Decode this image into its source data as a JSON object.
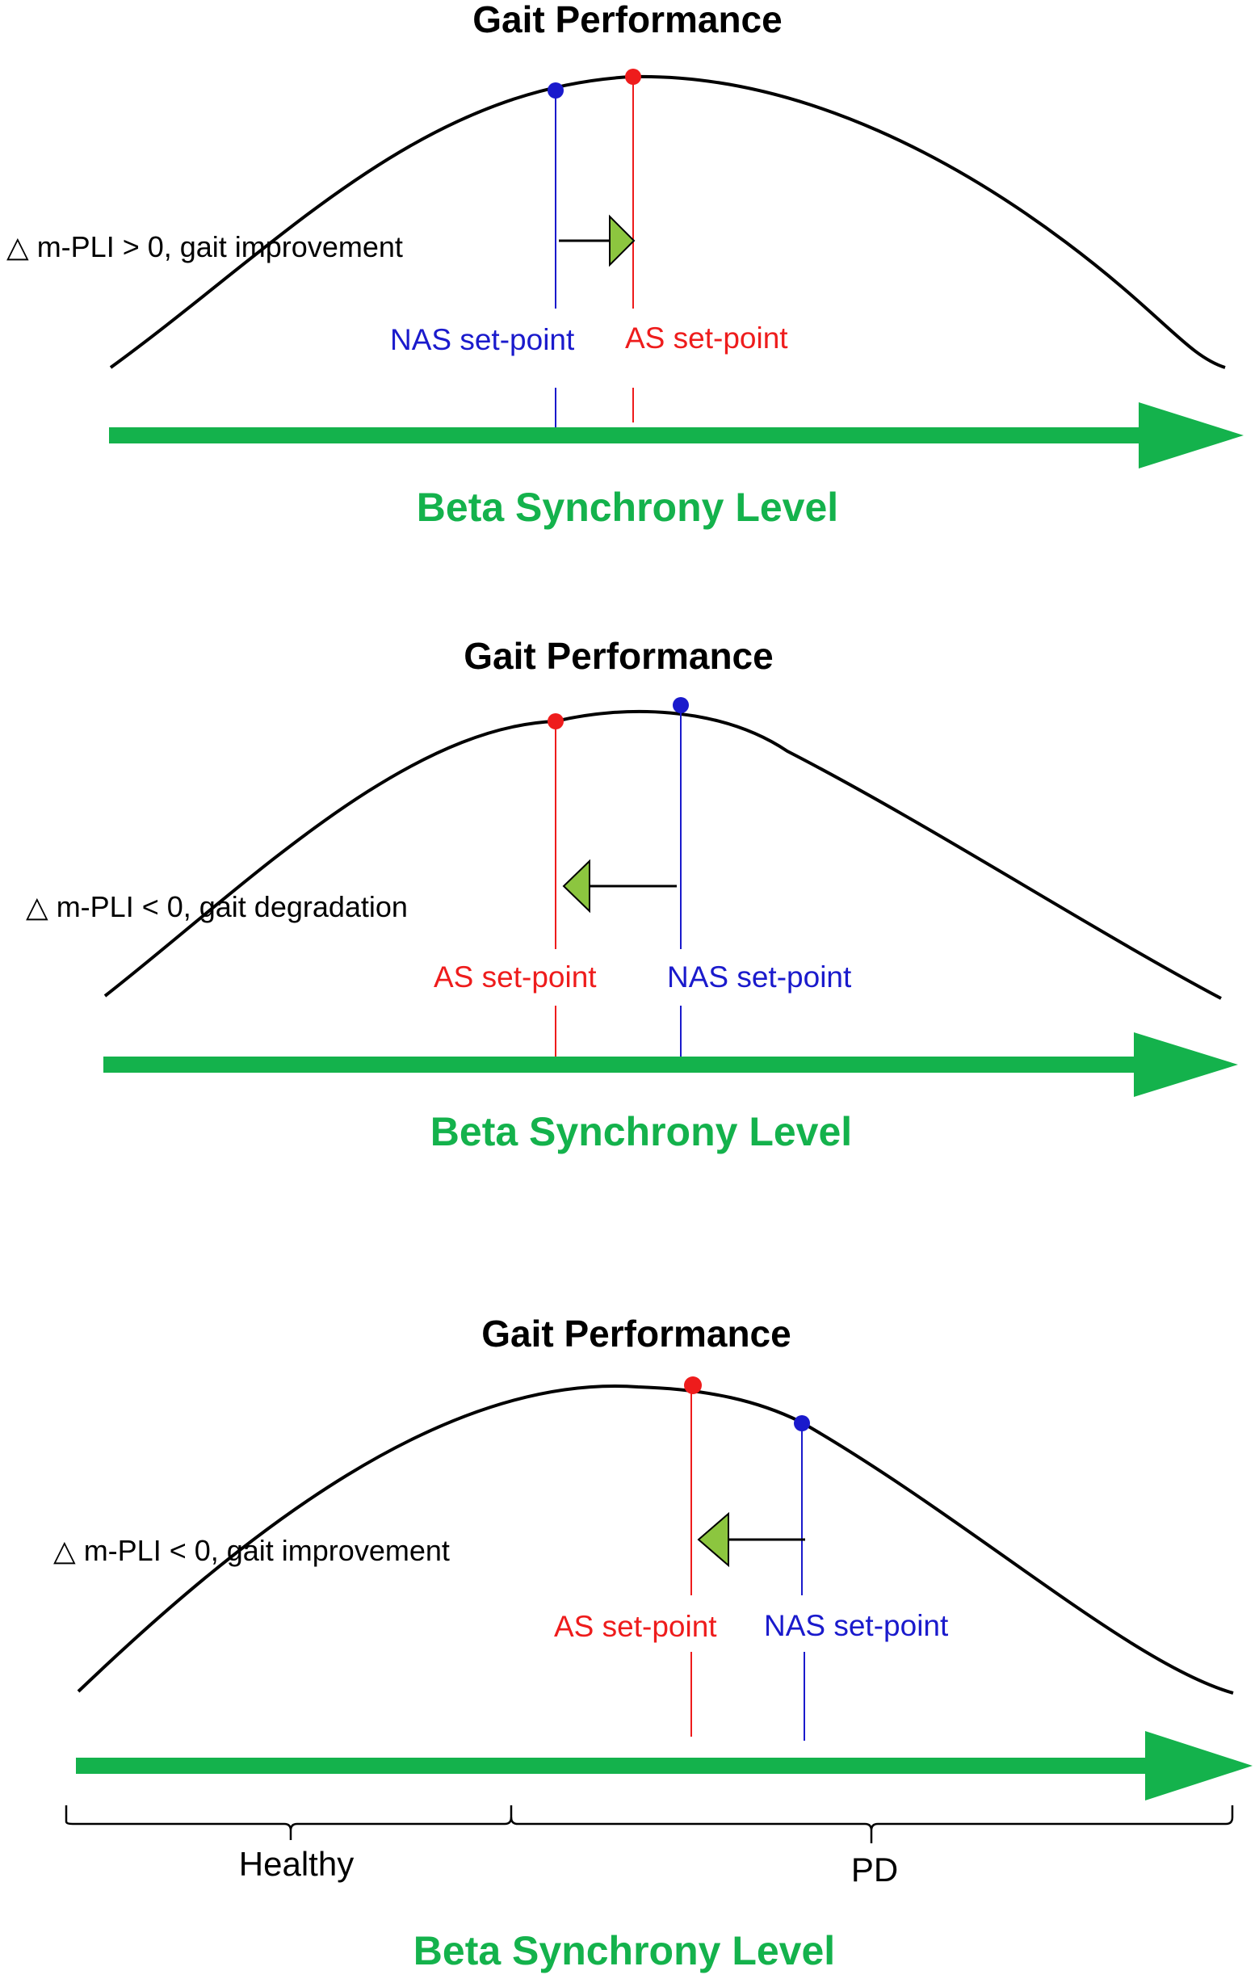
{
  "colors": {
    "curve": "#000000",
    "axis": "#14b24c",
    "nas": "#1a1acc",
    "as": "#ee1c1c",
    "shift_arrow_head": "#8cc63f",
    "text": "#000000"
  },
  "panels": [
    {
      "title": "Gait Performance",
      "delta_label": "△ m-PLI > 0, gait improvement",
      "nas_label": "NAS set-point",
      "as_label": "AS set-point",
      "axis_label": "Beta Synchrony Level",
      "shift_direction": "right"
    },
    {
      "title": "Gait Performance",
      "delta_label": "△ m-PLI < 0, gait degradation",
      "nas_label": "NAS set-point",
      "as_label": "AS set-point",
      "axis_label": "Beta Synchrony Level",
      "shift_direction": "left"
    },
    {
      "title": "Gait Performance",
      "delta_label": "△ m-PLI < 0, gait improvement",
      "nas_label": "NAS set-point",
      "as_label": "AS set-point",
      "axis_label": "Beta Synchrony Level",
      "shift_direction": "left",
      "regions": [
        "Healthy",
        "PD"
      ]
    }
  ]
}
